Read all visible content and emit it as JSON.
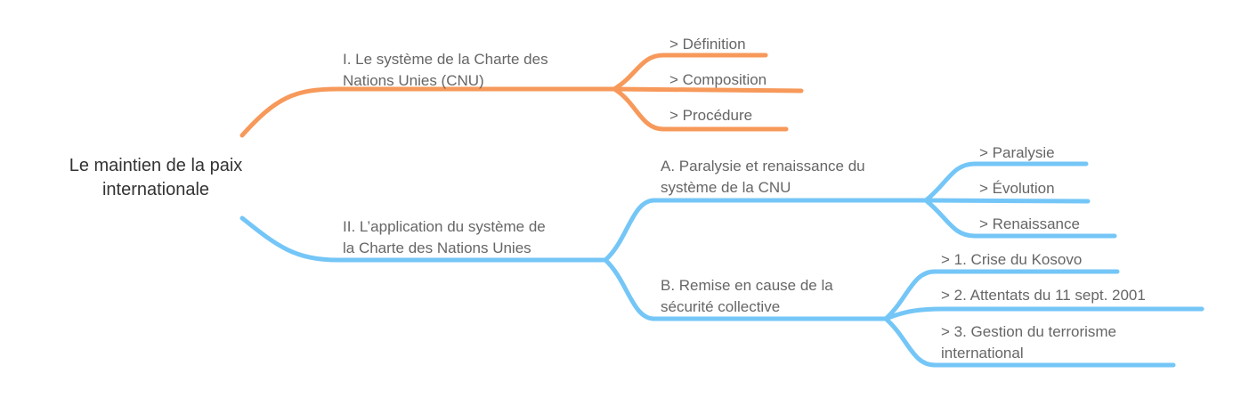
{
  "colors": {
    "branch_1": "#F7995A",
    "branch_2": "#74C6F7",
    "root_text": "#333333",
    "node_text": "#666666"
  },
  "root": {
    "line1": "Le maintien de la paix",
    "line2": "internationale"
  },
  "branch_1": {
    "line1": "I.   Le système de la Charte des",
    "line2": "Nations Unies (CNU)",
    "children": [
      ">   Définition",
      ">   Composition",
      ">   Procédure"
    ]
  },
  "branch_2": {
    "line1": "II.  L’application du système de",
    "line2": "la Charte des Nations Unies",
    "sub_a": {
      "line1": "A.  Paralysie et renaissance du",
      "line2": "système de la CNU",
      "children": [
        ">   Paralysie",
        ">   Évolution",
        ">   Renaissance"
      ]
    },
    "sub_b": {
      "line1": "B.  Remise en cause de la",
      "line2": "sécurité collective",
      "children": [
        ">   1. Crise du Kosovo",
        ">   2. Attentats du 11 sept. 2001",
        ">   3. Gestion du terrorisme",
        "international"
      ]
    }
  }
}
